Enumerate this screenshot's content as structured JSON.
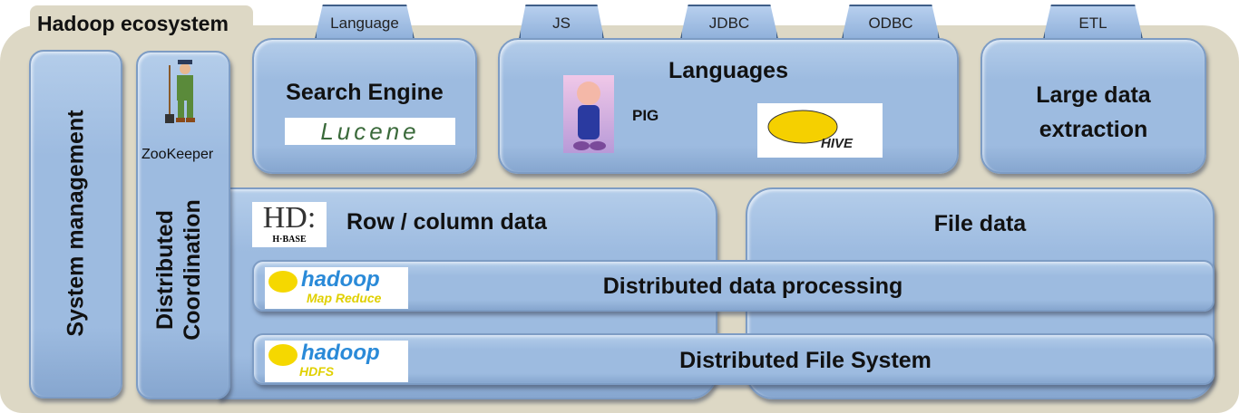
{
  "title": "Hadoop ecosystem",
  "tabs": {
    "language": "Language",
    "js": "JS",
    "jdbc": "JDBC",
    "odbc": "ODBC",
    "etl": "ETL"
  },
  "system_management": "System management",
  "coordination": {
    "zookeeper": "ZooKeeper",
    "line1": "Distributed",
    "line2": "Coordination"
  },
  "search_engine": {
    "title": "Search Engine",
    "logo": "Lucene"
  },
  "languages": {
    "title": "Languages",
    "pig": "PIG",
    "hive": "HIVE"
  },
  "large_data": {
    "line1": "Large data",
    "line2": "extraction"
  },
  "row_column": {
    "title": "Row / column  data",
    "logo": "H·BASE"
  },
  "file_data": "File data",
  "processing": {
    "title": "Distributed data processing",
    "logo1": "hadoop",
    "logo2": "Map Reduce"
  },
  "hdfs": {
    "title": "Distributed File System",
    "logo1": "hadoop",
    "logo2": "HDFS"
  }
}
